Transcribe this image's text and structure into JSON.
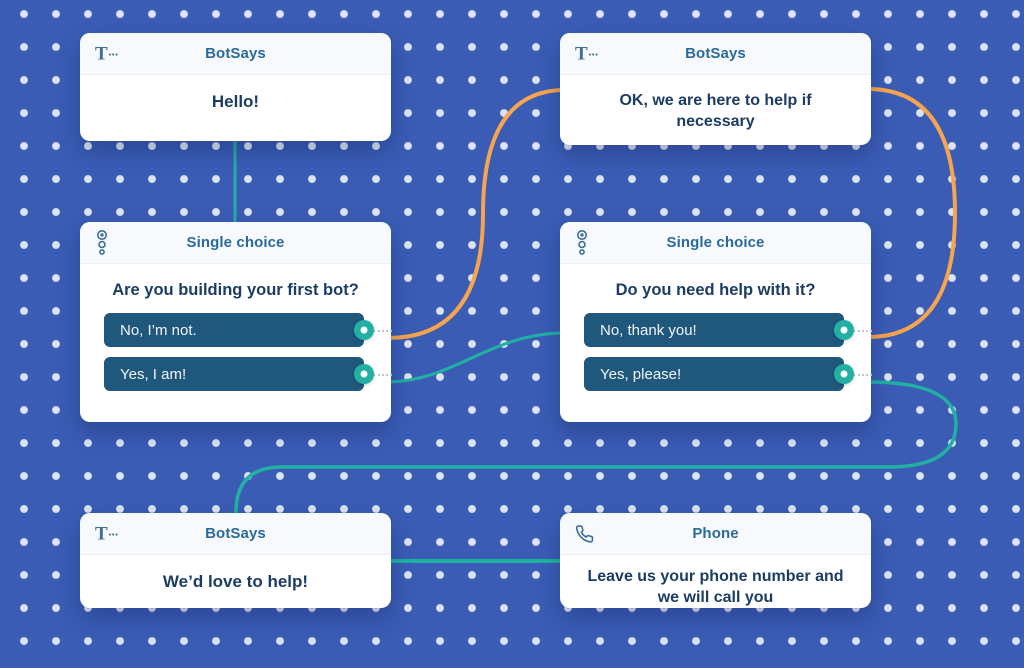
{
  "canvas": {
    "background_color": "#3a5cb5",
    "dot_color": "#dce4f3"
  },
  "colors": {
    "teal": "#21b0a2",
    "orange": "#f6a44e",
    "title": "#2a6b99",
    "body_text": "#1c3c63",
    "option_bg": "#1f577d"
  },
  "icons": {
    "botsays_t": "T",
    "botsays_dots": "···",
    "single_choice": "choices-icon",
    "phone": "phone-icon"
  },
  "nodes": {
    "bot_says_hello": {
      "type_label": "BotSays",
      "body": "Hello!"
    },
    "bot_says_ok": {
      "type_label": "BotSays",
      "body": "OK, we are here to help if necessary"
    },
    "single_choice_first_bot": {
      "type_label": "Single choice",
      "question": "Are you building your first bot?",
      "options": [
        {
          "label": "No, I’m not."
        },
        {
          "label": "Yes, I am!"
        }
      ]
    },
    "single_choice_need_help": {
      "type_label": "Single choice",
      "question": "Do you need help with it?",
      "options": [
        {
          "label": "No, thank you!"
        },
        {
          "label": "Yes, please!"
        }
      ]
    },
    "bot_says_love_to_help": {
      "type_label": "BotSays",
      "body": "We’d love to help!"
    },
    "phone": {
      "type_label": "Phone",
      "body": "Leave us your phone number and we will call you"
    }
  }
}
